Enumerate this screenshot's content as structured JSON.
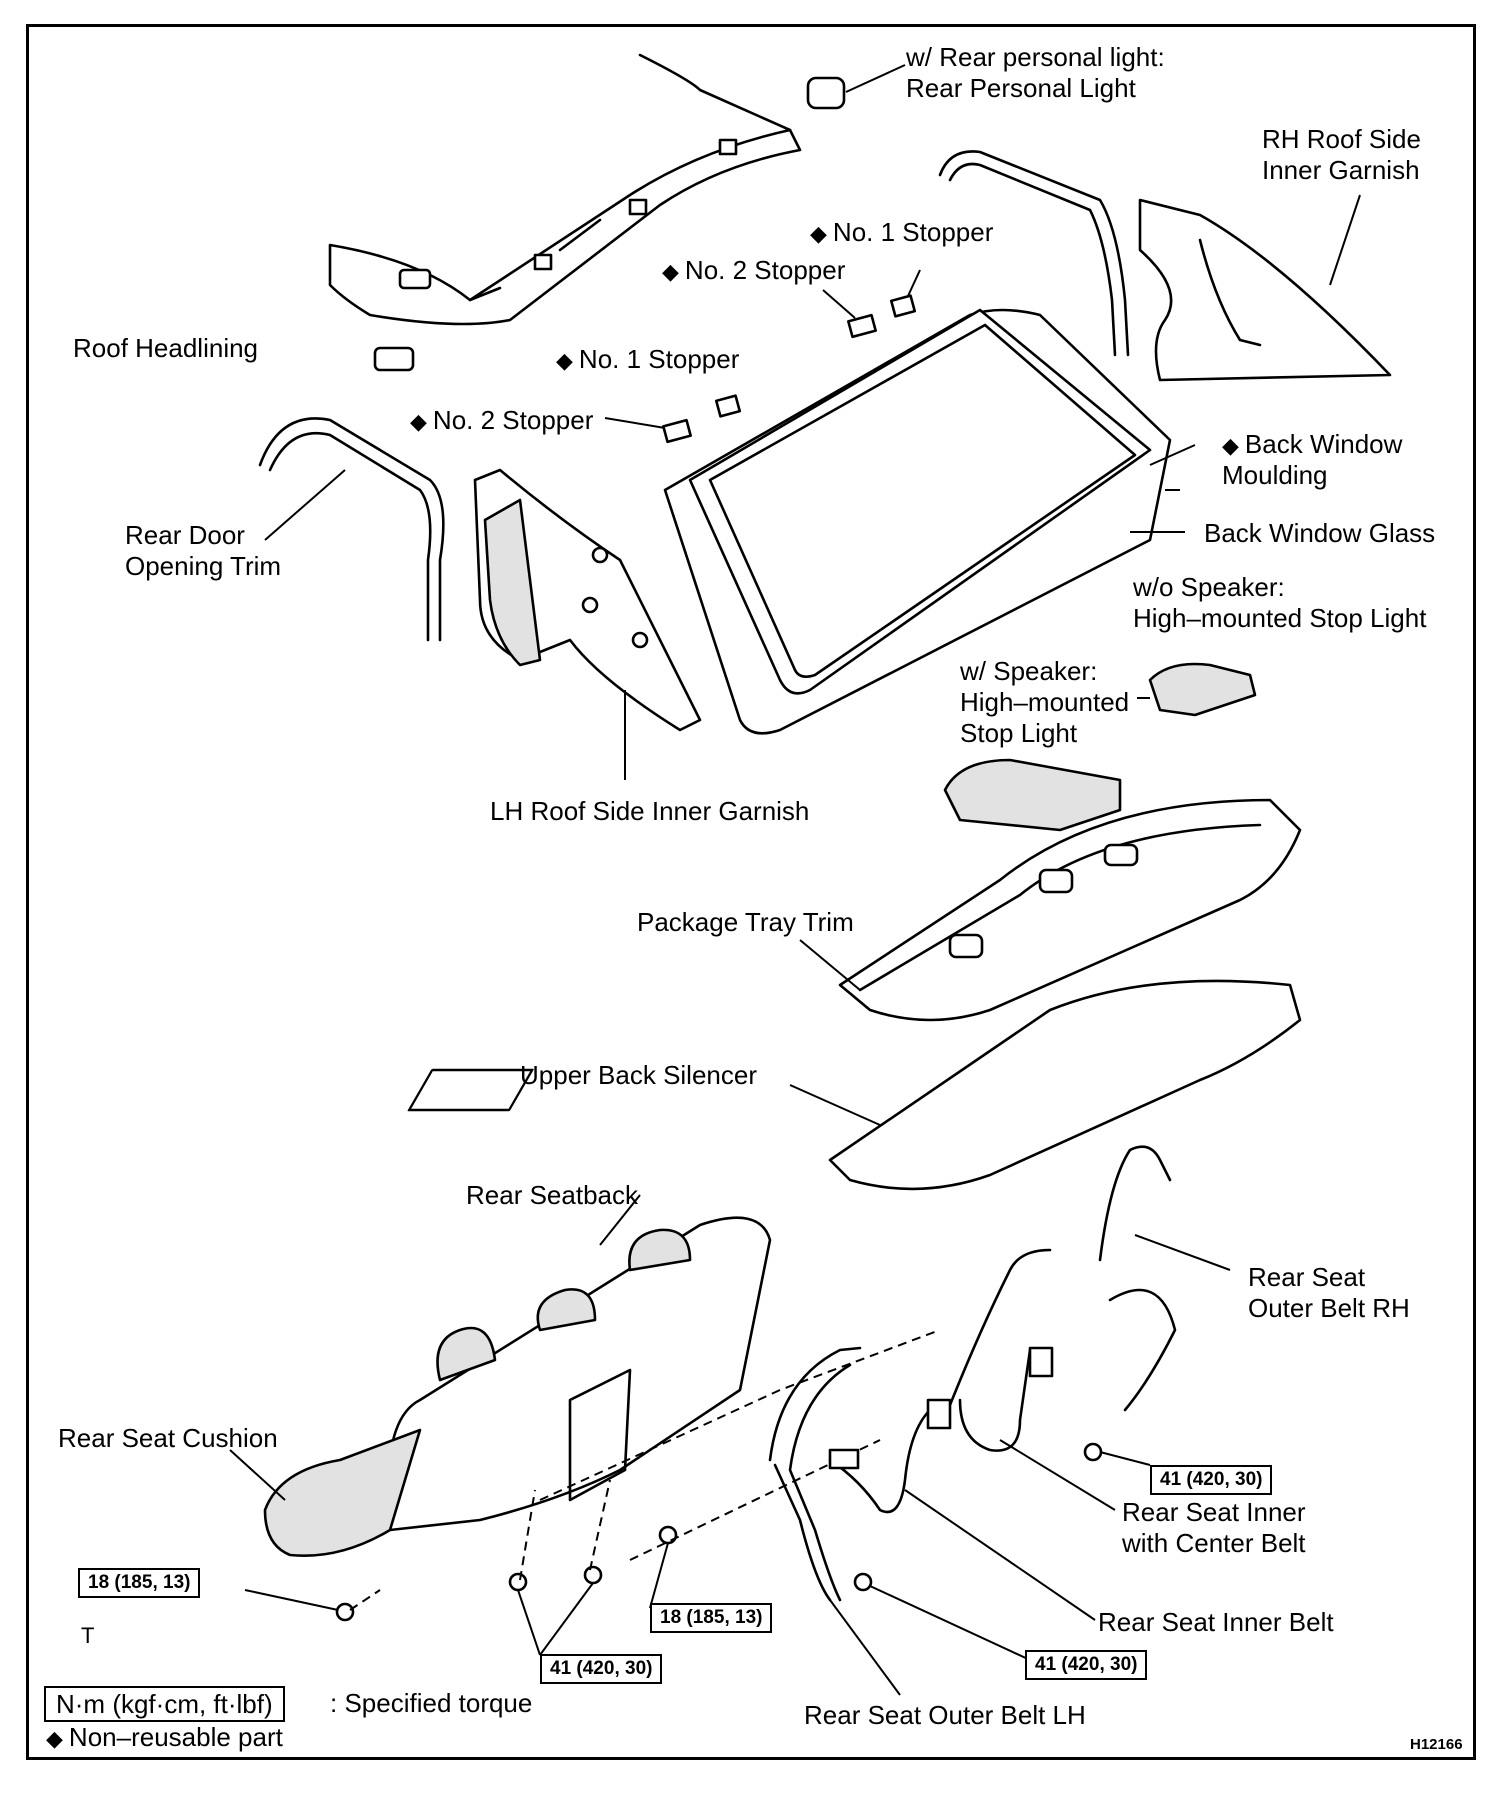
{
  "labels": {
    "rear_personal_light_1": "w/ Rear personal light:",
    "rear_personal_light_2": "Rear Personal Light",
    "rh_garnish_1": "RH Roof Side",
    "rh_garnish_2": "Inner Garnish",
    "no1_stopper_upper": "No. 1 Stopper",
    "no2_stopper_upper": "No. 2 Stopper",
    "roof_headlining": "Roof Headlining",
    "no1_stopper_lower": "No. 1 Stopper",
    "no2_stopper_lower": "No. 2 Stopper",
    "back_window_moulding_1": "Back Window",
    "back_window_moulding_2": "Moulding",
    "rear_door_trim_1": "Rear Door",
    "rear_door_trim_2": "Opening Trim",
    "back_window_glass": "Back Window Glass",
    "wo_speaker_1": "w/o Speaker:",
    "wo_speaker_2": "High–mounted Stop Light",
    "w_speaker_1": "w/ Speaker:",
    "w_speaker_2": "High–mounted",
    "w_speaker_3": "Stop Light",
    "lh_garnish": "LH Roof Side Inner Garnish",
    "package_tray": "Package Tray Trim",
    "upper_back_silencer": "Upper Back Silencer",
    "rear_seatback": "Rear Seatback",
    "outer_belt_rh_1": "Rear Seat",
    "outer_belt_rh_2": "Outer Belt RH",
    "rear_seat_cushion": "Rear Seat Cushion",
    "inner_center_belt_1": "Rear Seat Inner",
    "inner_center_belt_2": "with Center Belt",
    "inner_belt": "Rear Seat Inner Belt",
    "outer_belt_lh": "Rear Seat Outer Belt LH",
    "t_mark": "T"
  },
  "torque": {
    "rh_belt": "41 (420, 30)",
    "cushion": "18 (185, 13)",
    "seatback": "18 (185, 13)",
    "seatback_lower": "41 (420, 30)",
    "lh_belt": "41 (420, 30)"
  },
  "legend": {
    "unit_box": "N·m (kgf·cm, ft·lbf)",
    "unit_desc": ": Specified torque",
    "non_reusable": "Non–reusable part"
  },
  "figure_id": "H12166",
  "symbols": {
    "diamond": "◆"
  }
}
